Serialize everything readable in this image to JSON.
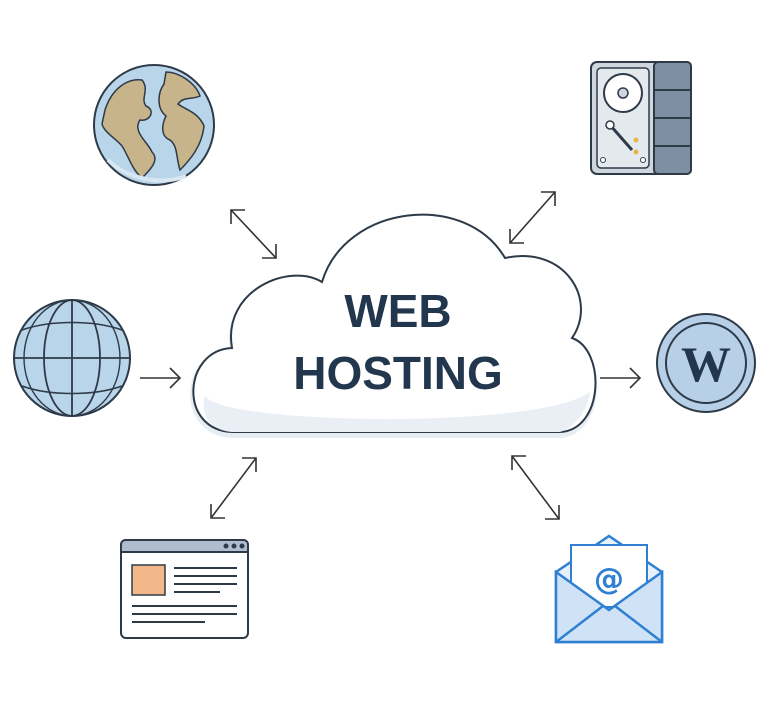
{
  "center": {
    "line1": "WEB",
    "line2": "HOSTING"
  },
  "icons": {
    "earth": "earth-globe-icon",
    "grid_globe": "wireframe-globe-icon",
    "website": "website-window-icon",
    "server": "hard-drive-server-icon",
    "cms": "wordpress-logo-icon",
    "email": "email-envelope-icon"
  },
  "logo": {
    "letter": "W"
  },
  "email_symbol": "@",
  "colors": {
    "cloud_fill": "#ffffff",
    "cloud_shadow": "#e6edf3",
    "text": "#22374d",
    "globe_blue": "#b9d5ea",
    "land": "#c8b48a",
    "server_body": "#cfd6de",
    "server_panel": "#7f8fa3",
    "browser_bar": "#aebed0",
    "browser_image": "#f3b889",
    "email_blue": "#2f7fd2",
    "wp_bg": "#b7d0e8"
  }
}
